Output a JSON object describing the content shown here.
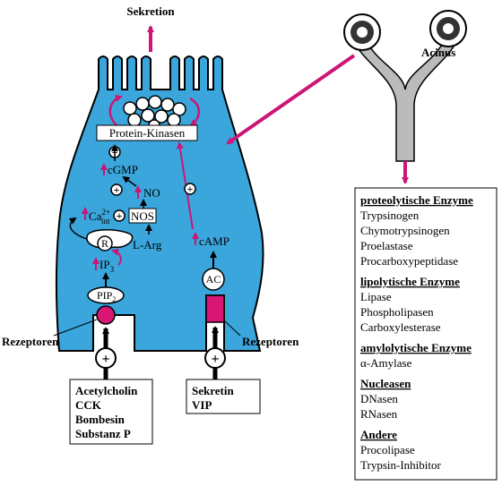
{
  "colors": {
    "cell": "#3aa6dc",
    "cell_outline": "#000000",
    "accent": "#cc1577",
    "duct": "#bbbbbb",
    "receptor": "#d81775"
  },
  "labels": {
    "sekretion": "Sekretion",
    "acinus": "Acinus",
    "protein_kinasen": "Protein-Kinasen",
    "cgmp": "cGMP",
    "no": "NO",
    "nos": "NOS",
    "ca_main": "Ca",
    "ca_sup": "2+",
    "ca_sub": "int",
    "r": "R",
    "l_arg": "L-Arg",
    "ip3_main": "IP",
    "ip3_sub": "3",
    "pip2_main": "PIP",
    "pip2_sub": "2",
    "camp": "cAMP",
    "ac": "AC",
    "rezeptoren_left": "Rezeptoren",
    "rezeptoren_right": "Rezeptoren",
    "plus": "+"
  },
  "stimuli_left": [
    "Acetylcholin",
    "CCK",
    "Bombesin",
    "Substanz P"
  ],
  "stimuli_right": [
    "Sekretin",
    "VIP"
  ],
  "enzymes": [
    {
      "heading": "proteolytische Enzyme",
      "items": [
        "Trypsinogen",
        "Chymotrypsinogen",
        "Proelastase",
        "Procarboxypeptidase"
      ]
    },
    {
      "heading": "lipolytische Enzyme",
      "items": [
        "Lipase",
        "Phospholipasen",
        "Carboxylesterase"
      ]
    },
    {
      "heading": "amylolytische Enzyme",
      "items": [
        "α-Amylase"
      ]
    },
    {
      "heading": "Nucleasen",
      "items": [
        "DNasen",
        "RNasen"
      ]
    },
    {
      "heading": "Andere",
      "items": [
        "Procolipase",
        "Trypsin-Inhibitor"
      ]
    }
  ]
}
